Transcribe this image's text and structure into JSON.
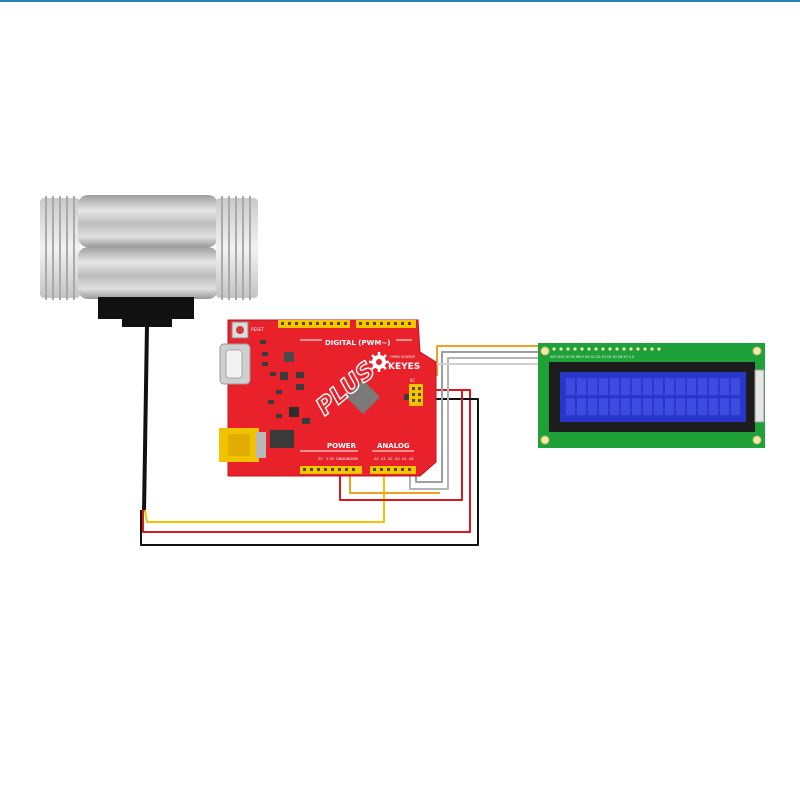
{
  "board": {
    "digital_label": "DIGITAL (PWM~)",
    "brand": "KEYES",
    "brand_small": "OPEN SOURCE",
    "logo": "PLUS",
    "power_label": "POWER",
    "analog_label": "ANALOG",
    "reset_label": "RESET",
    "iic_label": "IIC",
    "power_pins": [
      "5V",
      "3.3V",
      "GND",
      "GND",
      "VIN"
    ],
    "analog_pins": [
      "A0",
      "A1",
      "A2",
      "A3",
      "A4",
      "A5"
    ]
  },
  "lcd": {
    "pin_labels": "VSS VDD V0 RS RW E D0 D1 D2 D3 D4 D5 D6 D7 A K",
    "rows": 2,
    "columns": 16
  },
  "colors": {
    "board_red": "#e8212b",
    "pcb_green": "#1fa13a",
    "lcd_blue": "#2a36c9",
    "wire_red": "#d9181c",
    "wire_black": "#111111",
    "wire_yellow": "#f5c400",
    "wire_orange": "#f0a020",
    "wire_gray": "#b4b4b4",
    "header_yellow": "#f6c400",
    "sensor_metal": "#bdbdbd"
  }
}
